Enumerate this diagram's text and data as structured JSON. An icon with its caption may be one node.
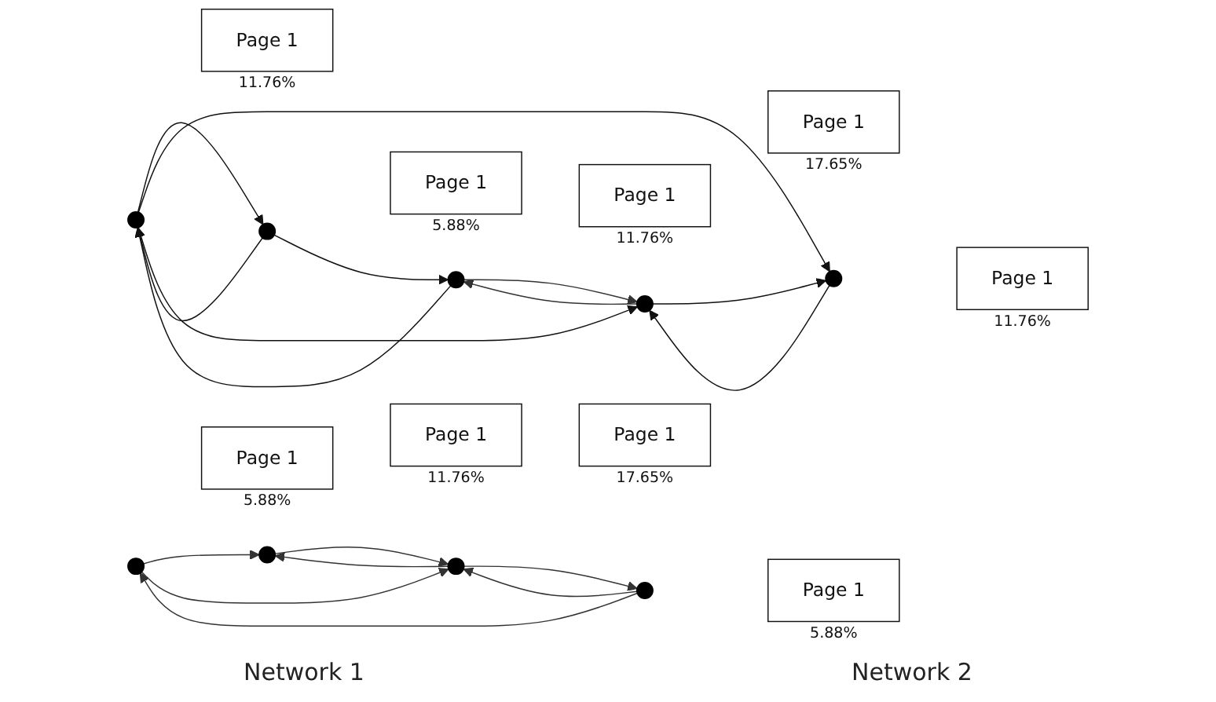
{
  "diagram": {
    "nodes": [
      {
        "text": [
          "Page 1"
        ],
        "beside": [
          "11.76%"
        ]
      },
      {
        "text": [
          "Page 1"
        ],
        "beside": [
          "11.76%"
        ]
      },
      {
        "text": [
          "Page 1"
        ],
        "beside": [
          "5.88%"
        ]
      },
      {
        "text": [
          "Page 1"
        ],
        "beside": [
          "11.76%"
        ]
      },
      {
        "text": [],
        "shape": "circle"
      },
      {
        "text": [],
        "shape": "circle"
      },
      {
        "text": [],
        "shape": "circle"
      },
      {
        "text": [],
        "shape": "circle"
      },
      {
        "text": [
          "Page 1"
        ],
        "beside": [
          "5.88%"
        ]
      },
      {
        "text": [],
        "shape": "circle"
      },
      {
        "text": [],
        "shape": "circle"
      },
      {
        "text": [],
        "shape": "circle"
      },
      {
        "text": [],
        "shape": "circle"
      },
      {
        "text": [],
        "shape": "circle"
      },
      {
        "text": [
          "Page 1"
        ],
        "beside": [
          "11.76%"
        ]
      },
      {
        "text": [
          "Page 1"
        ],
        "beside": [
          "17.65%"
        ]
      },
      {
        "text": [
          "Page 1"
        ],
        "beside": [
          "5.88%"
        ]
      },
      {
        "text": [
          "Page 1"
        ],
        "beside": [
          "17.65%"
        ]
      }
    ],
    "edges": [
      {
        "from": 9,
        "to": 4,
        "arrow": "to"
      },
      {
        "from": 4,
        "to": 9,
        "arrow": "to"
      },
      {
        "from": 9,
        "to": 10,
        "arrow": "to"
      },
      {
        "from": 10,
        "to": 4,
        "arrow": "to"
      },
      {
        "from": 4,
        "to": 5,
        "arrow": "to"
      },
      {
        "from": 4,
        "to": 11,
        "arrow": "to"
      },
      {
        "from": 11,
        "to": 5,
        "arrow": "to"
      },
      {
        "from": 5,
        "to": 11,
        "arrow": "to"
      },
      {
        "from": 10,
        "to": 11,
        "arrow": "to"
      },
      {
        "from": 11,
        "to": 10,
        "arrow": "to"
      },
      {
        "from": 6,
        "to": 7,
        "arrow": "to"
      },
      {
        "from": 6,
        "to": 13,
        "arrow": "to"
      },
      {
        "from": 12,
        "to": 6,
        "arrow": "to"
      },
      {
        "from": 13,
        "to": 7,
        "arrow": "to"
      },
      {
        "from": 7,
        "to": 13,
        "arrow": "to"
      },
      {
        "from": 12,
        "to": 13,
        "arrow": "to"
      },
      {
        "from": 13,
        "to": 12,
        "arrow": "to"
      }
    ],
    "labels": [
      "Network 1",
      "Network 2"
    ]
  }
}
